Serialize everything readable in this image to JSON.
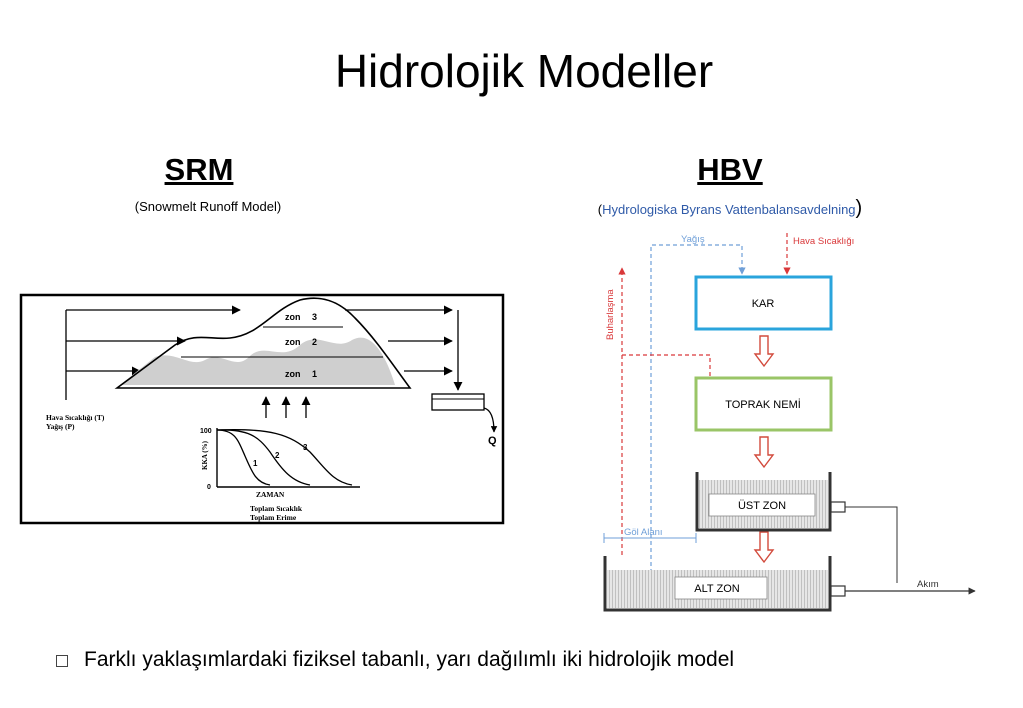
{
  "title": "Hidrolojik Modeller",
  "srm": {
    "heading": "SRM",
    "subtitle": "(Snowmelt Runoff Model)",
    "zones": [
      "zon",
      "3",
      "zon",
      "2",
      "zon",
      "1"
    ],
    "inputs_label_1": "Hava Sıcaklığı (T)",
    "inputs_label_2": "Yağış (P)",
    "outflow_label": "Q",
    "chart": {
      "y_axis_label": "KKA (%)",
      "y_tick_top": "100",
      "y_tick_bottom": "0",
      "x_axis_label": "ZAMAN",
      "curve_labels": [
        "1",
        "2",
        "3"
      ],
      "caption_1": "Toplam Sıcaklık",
      "caption_2": "Toplam Erime"
    }
  },
  "hbv": {
    "heading": "HBV",
    "subtitle_open": "(",
    "subtitle_text": "Hydrologiska Byrans Vattenbalansavdelning",
    "subtitle_close": ")",
    "precip_label": "Yağış",
    "temp_label": "Hava Sıcaklığı",
    "evap_label": "Buharlaşma",
    "box_snow": "KAR",
    "box_soil": "TOPRAK NEMİ",
    "box_upper": "ÜST ZON",
    "box_lower": "ALT ZON",
    "lake_label": "Göl Alanı",
    "flow_label": "Akım"
  },
  "bullet": {
    "text": "Farklı yaklaşımlardaki fiziksel tabanlı, yarı dağılımlı iki hidrolojik model"
  },
  "colors": {
    "precip_blue": "#6f9fd8",
    "temp_red": "#d9383a",
    "kar_border": "#2aa4dc",
    "soil_border": "#9ac567",
    "arrow_red": "#d24a3c"
  }
}
